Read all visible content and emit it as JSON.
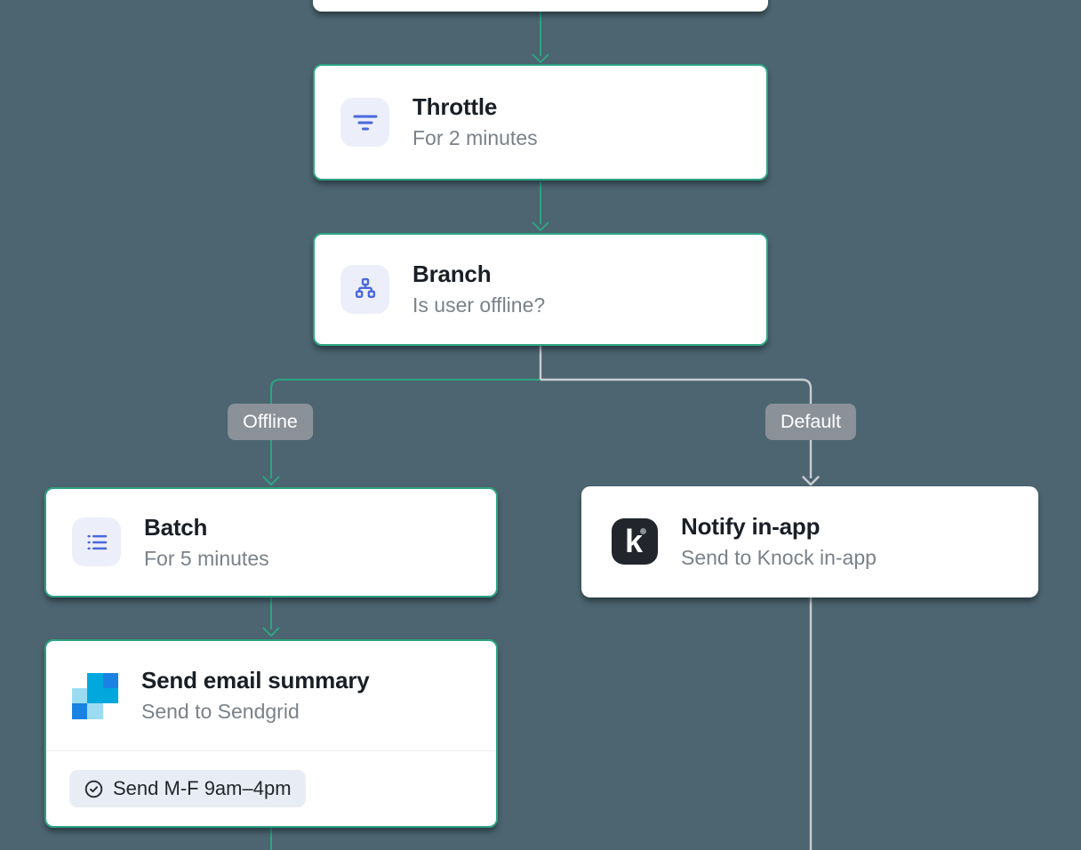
{
  "colors": {
    "canvas_background": "#4C6570",
    "accent_green": "#2EA383",
    "connector_gray": "#C9CDD2",
    "node_background": "#FFFFFF",
    "icon_blue": "#4A67DD",
    "icon_tile_background": "#ECEFF9",
    "branch_label_background": "#8B9199",
    "knock_black": "#22262C",
    "sendgrid_cyan": "#00A8DD",
    "sendgrid_blue": "#1A82E2",
    "sendgrid_light_blue": "#9CDCF2",
    "title_color": "#1A1F26",
    "subtitle_color": "#7A8189",
    "badge_background": "#E8ECF4"
  },
  "nodes": {
    "throttle": {
      "title": "Throttle",
      "subtitle": "For 2 minutes"
    },
    "branch": {
      "title": "Branch",
      "subtitle": "Is user offline?"
    },
    "batch": {
      "title": "Batch",
      "subtitle": "For 5 minutes"
    },
    "send_email": {
      "title": "Send email summary",
      "subtitle": "Send to Sendgrid",
      "badge": "Send M-F 9am–4pm"
    },
    "notify_in_app": {
      "title": "Notify in-app",
      "subtitle": "Send to Knock in-app"
    }
  },
  "branch_edges": {
    "offline_label": "Offline",
    "default_label": "Default"
  },
  "knock_logo_letter": "k"
}
